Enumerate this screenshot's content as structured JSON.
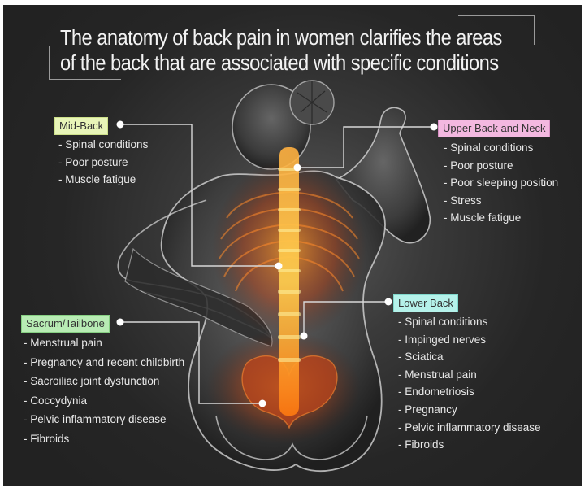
{
  "title": {
    "line1": "The anatomy of back pain in women clarifies the areas",
    "line2": "of the back that are associated with specific conditions"
  },
  "colors": {
    "background": "#262626",
    "spine_glow": "#ff8a1a",
    "mid_back_label": "#e8f5b8",
    "upper_back_label": "#f3b8e0",
    "lower_back_label": "#b5f2ea",
    "sacrum_label": "#b8ecb4"
  },
  "regions": {
    "mid_back": {
      "label": "Mid-Back",
      "items": [
        "Spinal conditions",
        "Poor posture",
        "Muscle fatigue"
      ]
    },
    "upper_back_neck": {
      "label": "Upper Back and Neck",
      "items": [
        "Spinal conditions",
        "Poor posture",
        "Poor sleeping position",
        "Stress",
        "Muscle fatigue"
      ]
    },
    "lower_back": {
      "label": "Lower Back",
      "items": [
        "Spinal conditions",
        "Impinged nerves",
        "Sciatica",
        "Menstrual pain",
        "Endometriosis",
        "Pregnancy",
        "Pelvic inflammatory disease",
        "Fibroids"
      ]
    },
    "sacrum_tailbone": {
      "label": "Sacrum/Tailbone",
      "items": [
        "Menstrual pain",
        "Pregnancy and recent childbirth",
        "Sacroiliac joint dysfunction",
        "Coccydynia",
        "Pelvic inflammatory disease",
        "Fibroids"
      ]
    }
  },
  "illustration": "woman-back-xray-spine-icon"
}
